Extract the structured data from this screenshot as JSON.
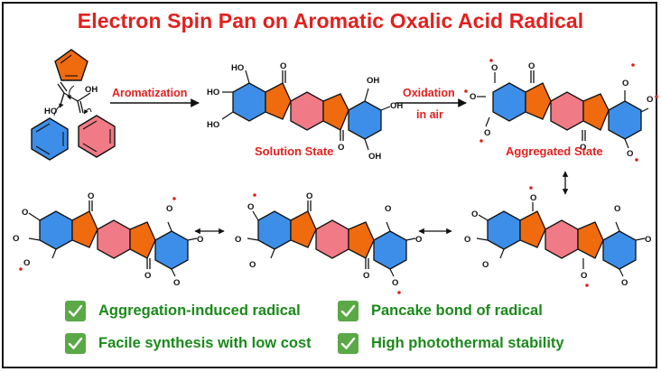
{
  "title": "Electron Spin Pan on Aromatic Oxalic Acid Radical",
  "arrows": {
    "aromatization": "Aromatization",
    "oxidation_line1": "Oxidation",
    "oxidation_line2": "in air"
  },
  "states": {
    "solution": "Solution State",
    "aggregated": "Aggregated State"
  },
  "atoms": {
    "oh": "OH",
    "ho": "HO",
    "o": "O"
  },
  "features": [
    "Aggregation-induced radical",
    "Pancake bond of radical",
    "Facile synthesis with low cost",
    "High photothermal stability"
  ],
  "colors": {
    "title_red": "#e0211f",
    "feature_green": "#1b8a1b",
    "check_green": "#5aa846",
    "pentagon_orange": "#f06a0e",
    "benzene_blue": "#3d8ee8",
    "benzene_pink": "#f07a86",
    "radical_dot": "#d8241c"
  },
  "icons": [
    "check-icon",
    "double-arrow-icon",
    "reaction-arrow-icon"
  ]
}
